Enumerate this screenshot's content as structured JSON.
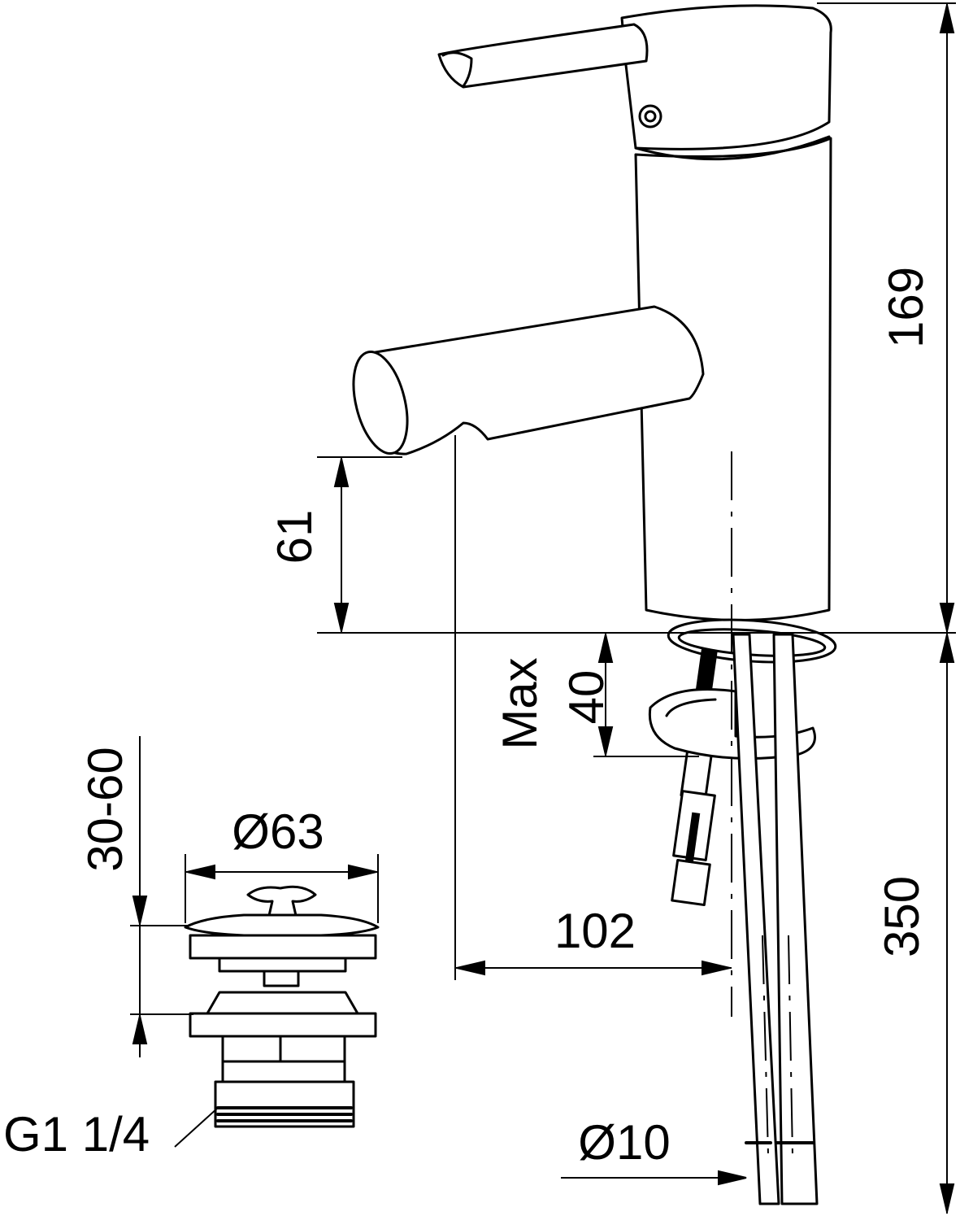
{
  "dimensions": {
    "total_height": "169",
    "spout_height": "61",
    "max_thickness": "40",
    "max_label": "Max",
    "hose_length": "350",
    "projection": "102",
    "hose_diameter": "Ø10",
    "waste_diameter": "Ø63",
    "waste_range": "30-60",
    "waste_thread": "G1 1/4"
  }
}
